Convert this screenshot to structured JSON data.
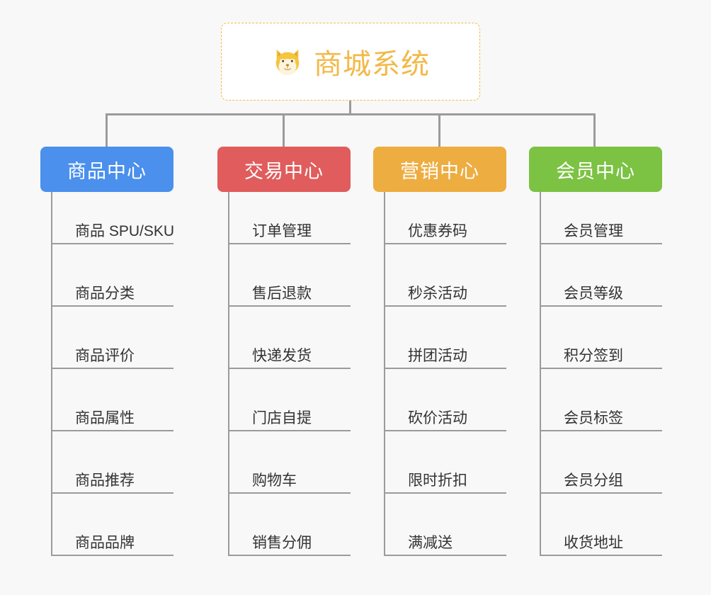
{
  "background_color": "#f8f8f8",
  "root": {
    "title": "商城系统",
    "icon": "shiba-dog-face-icon",
    "color": "#f2b949",
    "border_style": "dashed"
  },
  "connector_color": "#9b9b9b",
  "columns": [
    {
      "header": "商品中心",
      "color": "#4a90ec",
      "items": [
        "商品 SPU/SKU",
        "商品分类",
        "商品评价",
        "商品属性",
        "商品推荐",
        "商品品牌"
      ]
    },
    {
      "header": "交易中心",
      "color": "#e15c5c",
      "items": [
        "订单管理",
        "售后退款",
        "快递发货",
        "门店自提",
        "购物车",
        "销售分佣"
      ]
    },
    {
      "header": "营销中心",
      "color": "#eead41",
      "items": [
        "优惠券码",
        "秒杀活动",
        "拼团活动",
        "砍价活动",
        "限时折扣",
        "满减送"
      ]
    },
    {
      "header": "会员中心",
      "color": "#7cc243",
      "items": [
        "会员管理",
        "会员等级",
        "积分签到",
        "会员标签",
        "会员分组",
        "收货地址"
      ]
    }
  ]
}
